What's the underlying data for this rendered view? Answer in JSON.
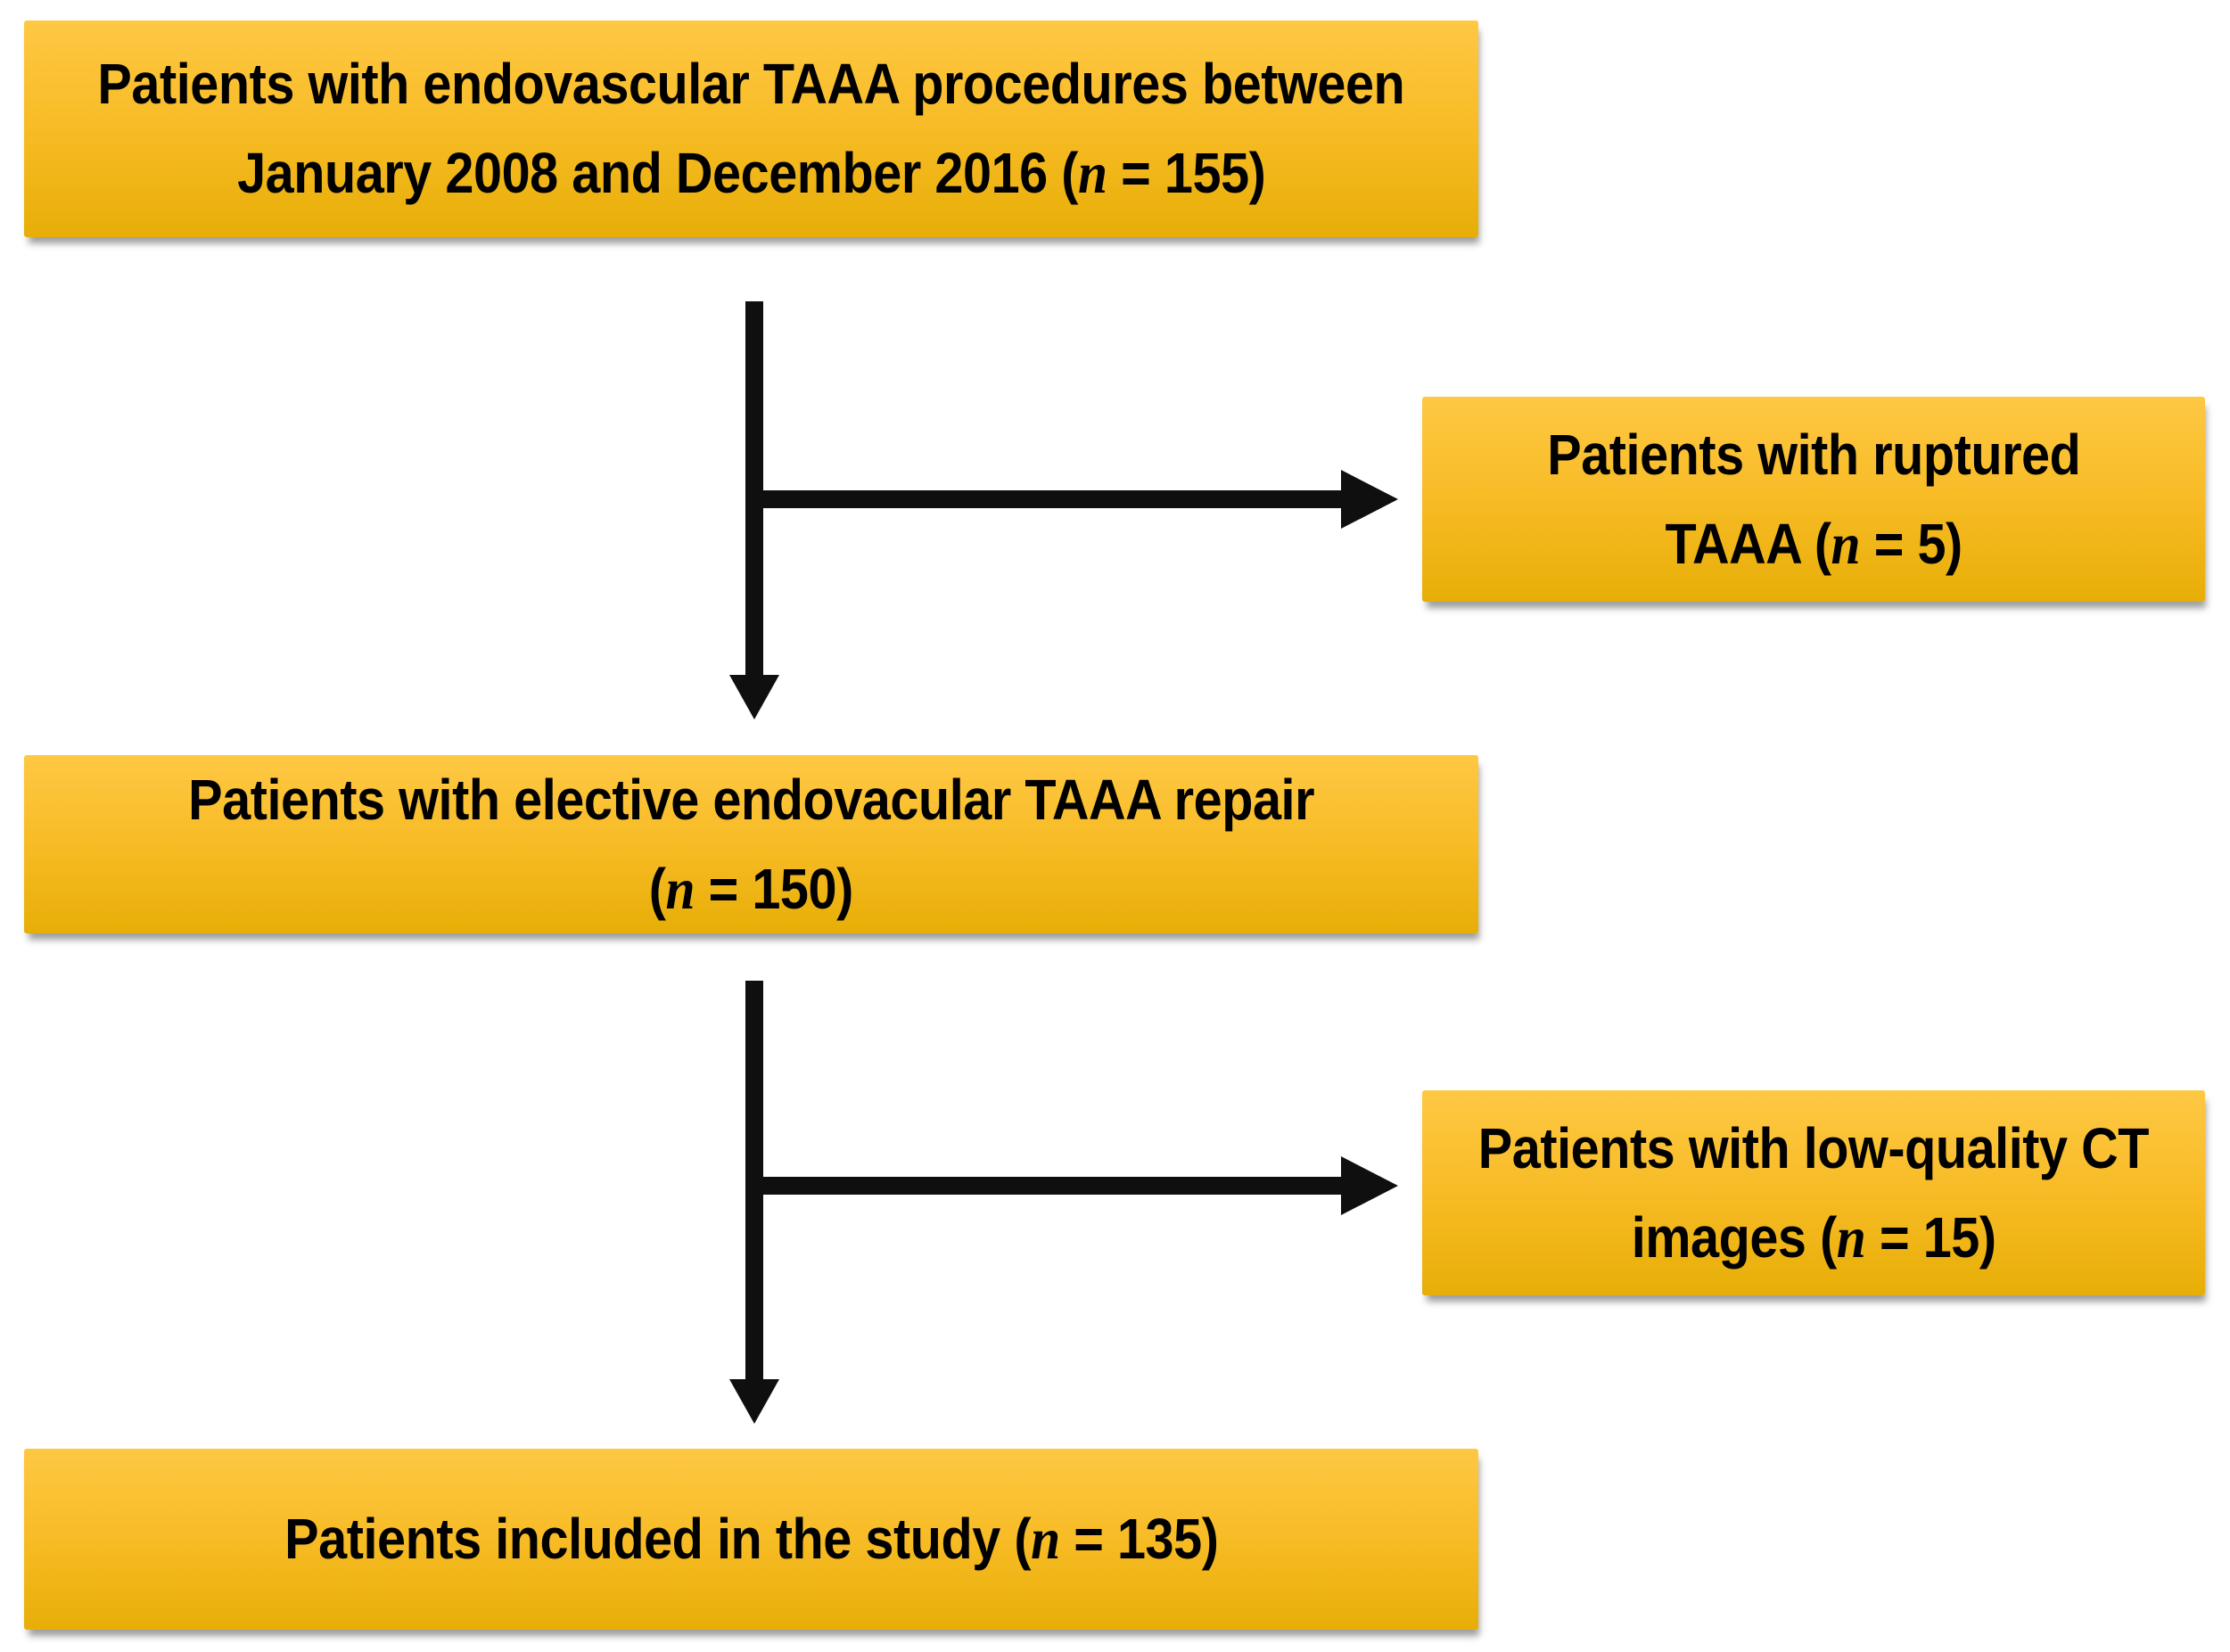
{
  "colors": {
    "canvas-bg": "#ffffff",
    "box-gradient-top": "#ffc844",
    "box-gradient-mid": "#f6ba22",
    "box-gradient-bottom": "#e7ae07",
    "arrow": "#0f0f0f",
    "text": "#000000"
  },
  "flow": {
    "box_main_top": {
      "line1": "Patients with endovascular TAAA procedures between",
      "line2_pre": "January 2008 and December 2016 (",
      "n_var": "n",
      "line2_post": " = 155)",
      "n_value": 155
    },
    "box_side_ruptured": {
      "line1": "Patients with ruptured",
      "line2_pre": "TAAA (",
      "n_var": "n",
      "line2_post": " = 5)",
      "n_value": 5
    },
    "box_main_elective": {
      "line1": "Patients with elective endovacular TAAA repair",
      "line2_pre": "(",
      "n_var": "n",
      "line2_post": " = 150)",
      "n_value": 150
    },
    "box_side_lowquality": {
      "line1": "Patients with low-quality CT",
      "line2_pre": "images (",
      "n_var": "n",
      "line2_post": " = 15)",
      "n_value": 15
    },
    "box_main_included": {
      "line1_pre": "Patients included in the study (",
      "n_var": "n",
      "line1_post": " = 135)",
      "n_value": 135
    }
  }
}
